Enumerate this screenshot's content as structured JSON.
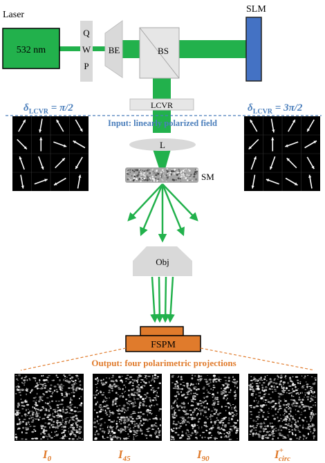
{
  "components": {
    "laser": {
      "label": "Laser",
      "wavelength": "532 nm"
    },
    "qwp": {
      "letters": [
        "Q",
        "W",
        "P"
      ]
    },
    "beam_expander": "BE",
    "beam_splitter": "BS",
    "slm": "SLM",
    "lcvr": "LCVR",
    "lens": "L",
    "scattering_medium": "SM",
    "objective": "Obj",
    "fspm": "FSPM"
  },
  "input_panel": {
    "left_delta": {
      "symbol": "δ",
      "subscript": "LCVR",
      "value": " = π/2"
    },
    "right_delta": {
      "symbol": "δ",
      "subscript": "LCVR",
      "value": " = 3π/2"
    },
    "caption": "Input: linearly polarized field"
  },
  "output_panel": {
    "caption": "Output: four polarimetric projections",
    "projections": [
      {
        "base": "I",
        "sub": "0",
        "sup": ""
      },
      {
        "base": "I",
        "sub": "45",
        "sup": ""
      },
      {
        "base": "I",
        "sub": "90",
        "sup": ""
      },
      {
        "base": "I",
        "sub": "circ",
        "sup": "+"
      }
    ]
  },
  "colors": {
    "beam": "#22b14c",
    "laser_box": "#22b14c",
    "slm": "#4472c4",
    "input_accent": "#4a7ebb",
    "output_accent": "#e07b2c",
    "optics_gray": "#d9d9d9"
  }
}
